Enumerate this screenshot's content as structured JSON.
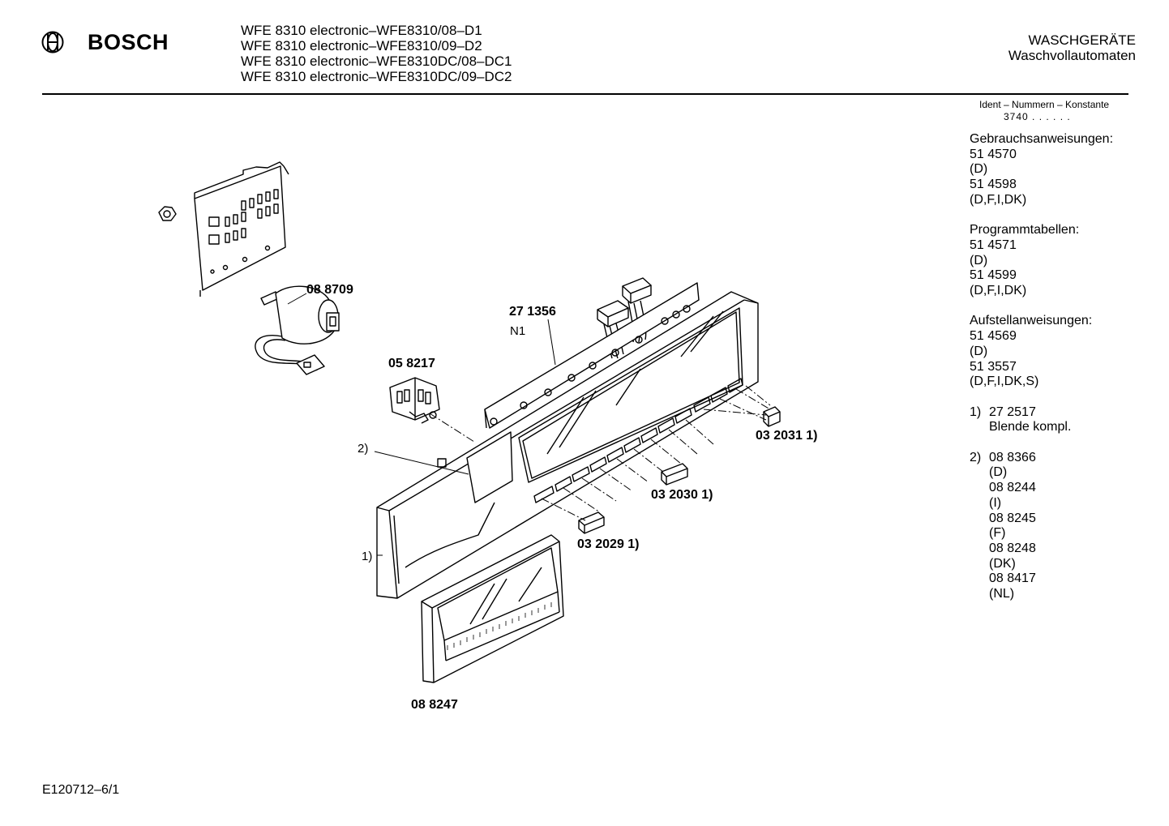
{
  "header": {
    "brand": "BOSCH",
    "models": [
      "WFE 8310 electronic–WFE8310/08–D1",
      "WFE 8310 electronic–WFE8310/09–D2",
      "WFE 8310 electronic–WFE8310DC/08–DC1",
      "WFE 8310 electronic–WFE8310DC/09–DC2"
    ],
    "category": "WASCHGERÄTE",
    "subcategory": "Waschvollautomaten"
  },
  "ident": {
    "label": "Ident – Nummern – Konstante",
    "value": "3740 .  .    .  .  .  ."
  },
  "sidebar": {
    "gebrauch": {
      "title": "Gebrauchsanweisungen:",
      "lines": [
        "51 4570",
        "(D)",
        "51 4598",
        "(D,F,I,DK)"
      ]
    },
    "programm": {
      "title": "Programmtabellen:",
      "lines": [
        "51 4571",
        "(D)",
        "51 4599",
        "(D,F,I,DK)"
      ]
    },
    "aufstell": {
      "title": "Aufstellanweisungen:",
      "lines": [
        "51 4569",
        "(D)",
        "51 3557",
        "(D,F,I,DK,S)"
      ]
    },
    "note1": {
      "num": "1)",
      "lines": [
        "27 2517",
        "Blende kompl."
      ]
    },
    "note2": {
      "num": "2)",
      "lines": [
        "08 8366",
        "(D)",
        "08 8244",
        "(I)",
        "08 8245",
        "(F)",
        "08 8248",
        "(DK)",
        "08 8417",
        "(NL)"
      ]
    }
  },
  "diagram": {
    "labels": {
      "p088709": "08 8709",
      "p271356": "27 1356",
      "n1": "N1",
      "p058217": "05 8217",
      "ref2": "2)",
      "ref1": "1)",
      "p032031": "03 2031 1)",
      "p032030": "03 2030 1)",
      "p032029": "03 2029 1)",
      "p088247": "08 8247"
    }
  },
  "footer": {
    "code": "E120712–6/1"
  }
}
